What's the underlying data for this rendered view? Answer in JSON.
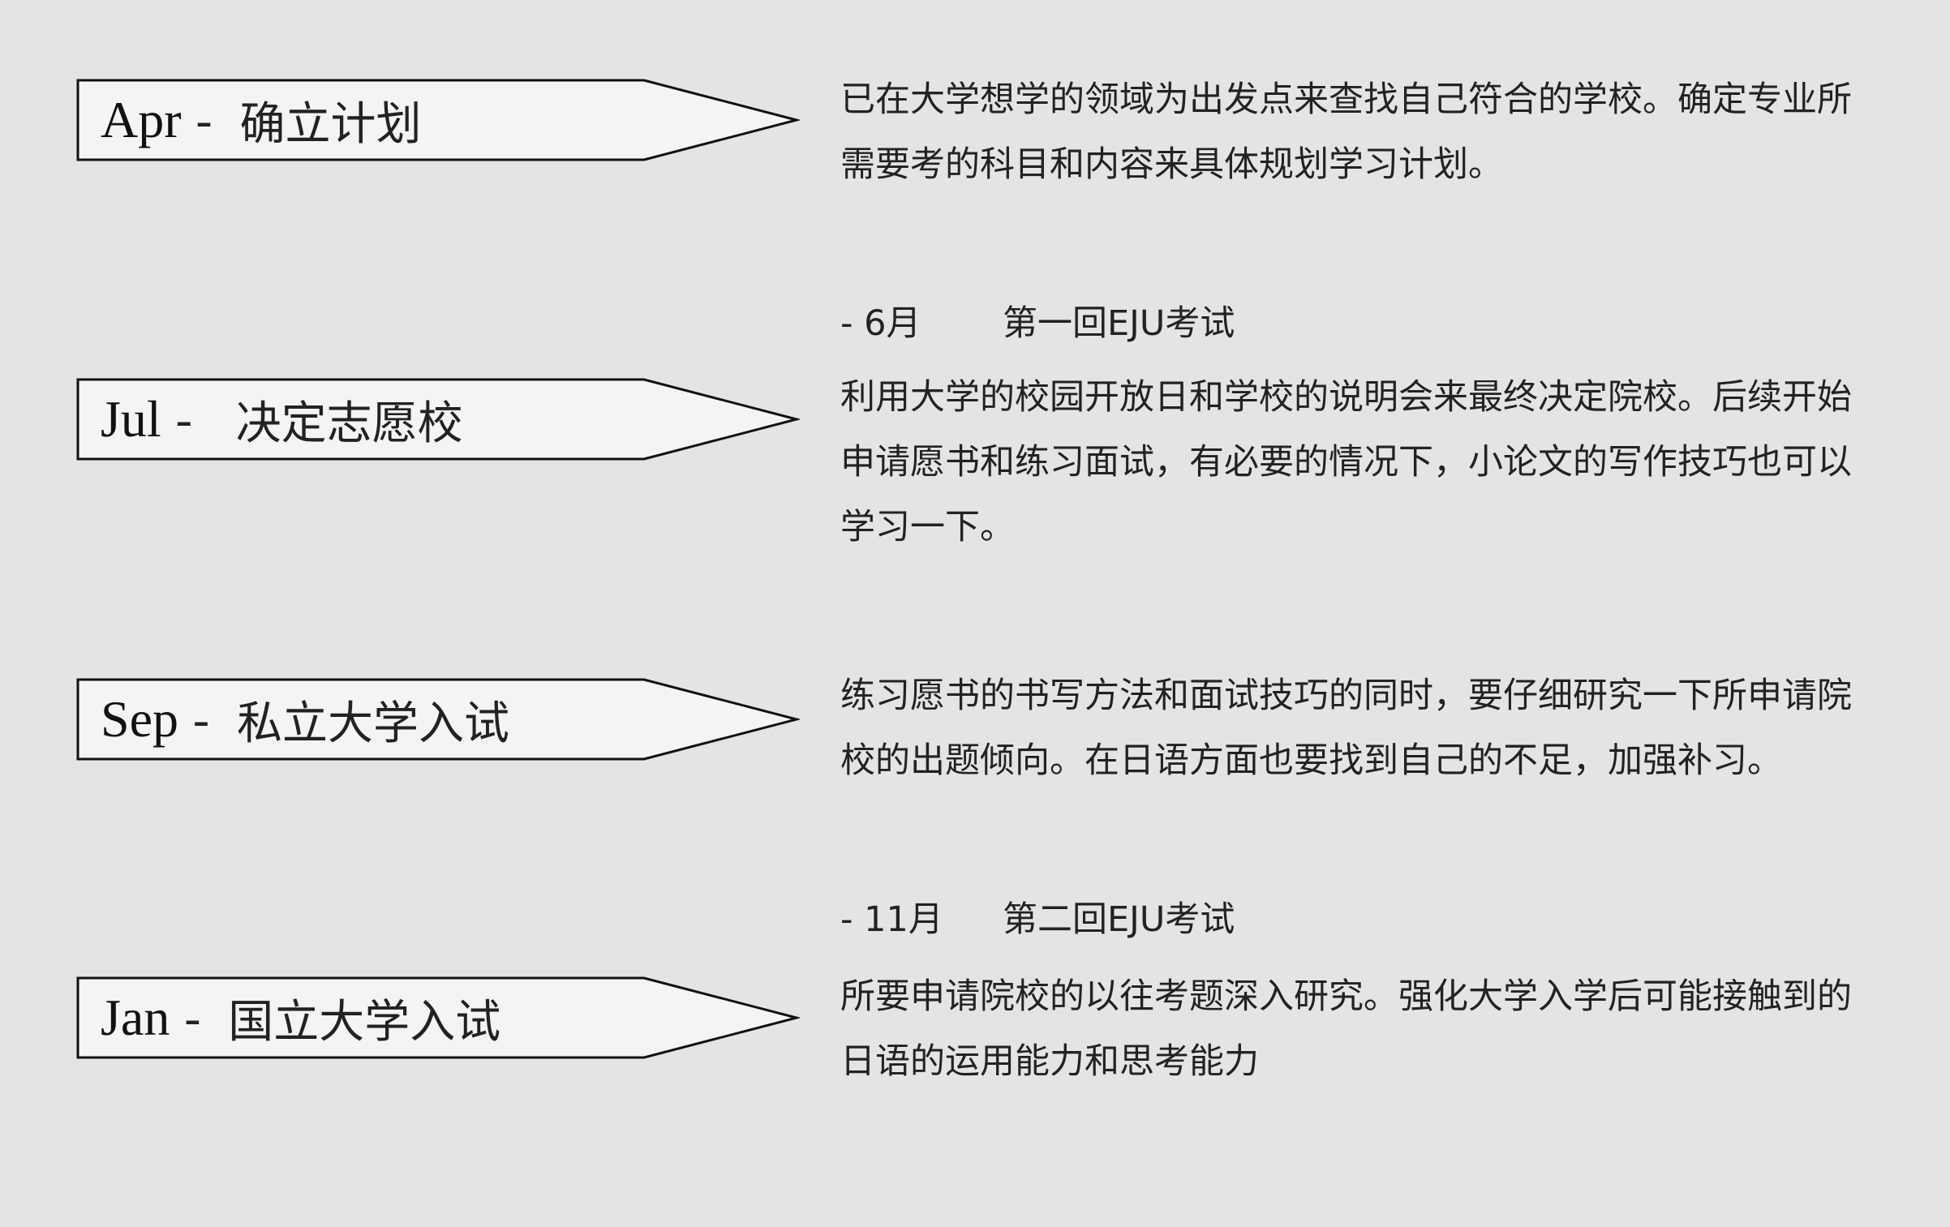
{
  "timeline": [
    {
      "month": "Apr",
      "title": "确立计划",
      "description": "已在大学想学的领域为出发点来查找自己符合的学校。确定专业所需要考的科目和内容来具体规划学习计划。"
    },
    {
      "month": "Jul",
      "title": "决定志愿校",
      "exam": {
        "month": "- 6月",
        "name": "第一回EJU考试"
      },
      "description": "利用大学的校园开放日和学校的说明会来最终决定院校。后续开始申请愿书和练习面试，有必要的情况下，小论文的写作技巧也可以学习一下。"
    },
    {
      "month": "Sep",
      "title": "私立大学入试",
      "description": "练习愿书的书写方法和面试技巧的同时，要仔细研究一下所申请院校的出题倾向。在日语方面也要找到自己的不足，加强补习。"
    },
    {
      "month": "Jan",
      "title": "国立大学入试",
      "exam": {
        "month": "- 11月",
        "name": "第二回EJU考试"
      },
      "description": "所要申请院校的以往考题深入研究。强化大学入学后可能接触到的日语的运用能力和思考能力"
    }
  ],
  "separator": "-",
  "colors": {
    "background": "#e4e4e4",
    "arrow_fill": "#f4f4f4",
    "arrow_stroke": "#111111",
    "text": "#222222"
  }
}
